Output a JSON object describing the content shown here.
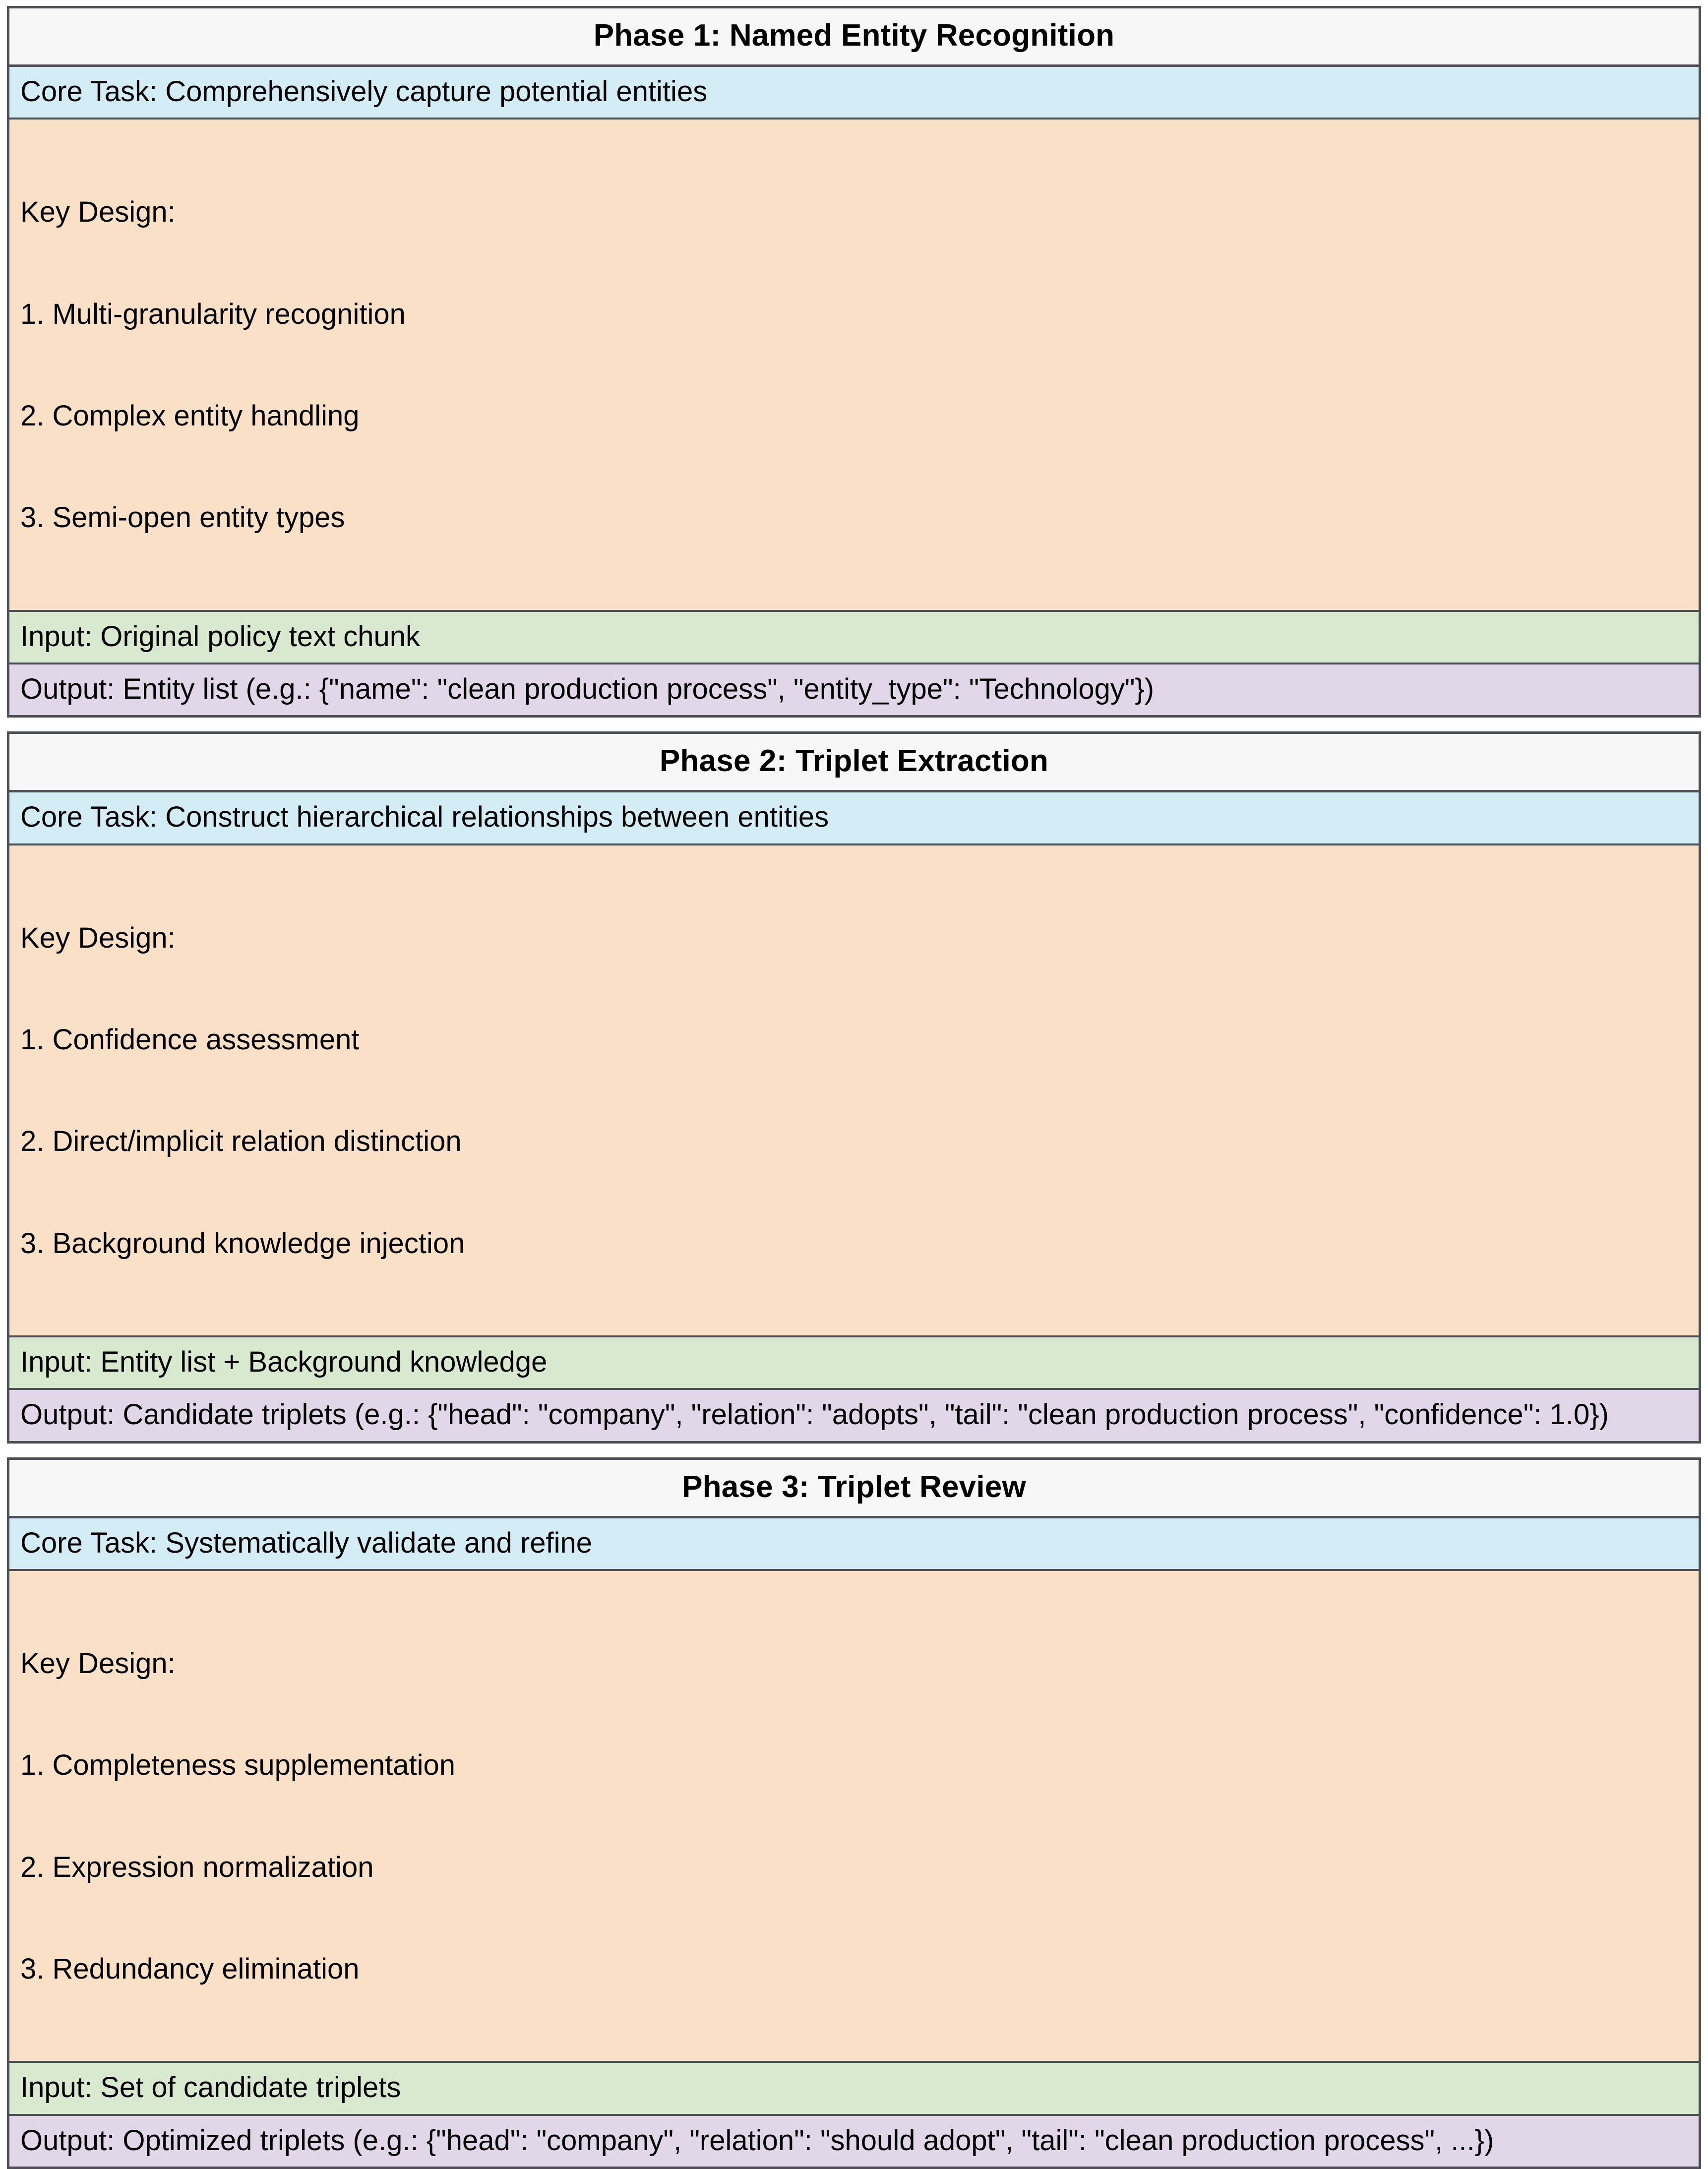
{
  "colors": {
    "border": "#4d5155",
    "header_bg": "#f7f7f7",
    "core_task_bg": "#d4ecf5",
    "key_design_bg": "#fbe0c8",
    "input_bg": "#d8e9d0",
    "output_bg": "#e2d7e8"
  },
  "phases": [
    {
      "title": "Phase 1: Named Entity Recognition",
      "core_task": "Core Task: Comprehensively capture potential entities",
      "key_design_title": "Key Design:",
      "key_design_items": [
        "1. Multi-granularity recognition",
        "2. Complex entity handling",
        "3. Semi-open entity types"
      ],
      "input": "Input: Original policy text chunk",
      "output": "Output: Entity list (e.g.: {\"name\": \"clean production process\", \"entity_type\": \"Technology\"})"
    },
    {
      "title": "Phase 2: Triplet Extraction",
      "core_task": "Core Task: Construct hierarchical relationships between entities",
      "key_design_title": "Key Design:",
      "key_design_items": [
        "1. Confidence assessment",
        "2. Direct/implicit relation distinction",
        "3. Background knowledge injection"
      ],
      "input": "Input: Entity list + Background knowledge",
      "output": "Output: Candidate triplets (e.g.: {\"head\": \"company\", \"relation\": \"adopts\", \"tail\": \"clean production process\", \"confidence\": 1.0})"
    },
    {
      "title": "Phase 3: Triplet Review",
      "core_task": "Core Task: Systematically validate and refine",
      "key_design_title": "Key Design:",
      "key_design_items": [
        "1. Completeness supplementation",
        "2. Expression normalization",
        "3. Redundancy elimination"
      ],
      "input": "Input: Set of candidate triplets",
      "output": "Output: Optimized triplets (e.g.: {\"head\": \"company\", \"relation\": \"should adopt\", \"tail\": \"clean production process\", ...})"
    }
  ]
}
